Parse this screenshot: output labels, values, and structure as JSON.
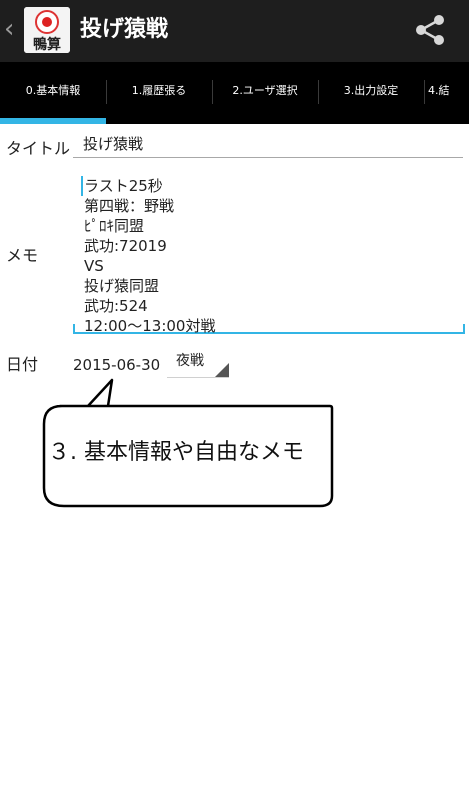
{
  "actionbar": {
    "back_glyph": "‹",
    "app_icon_name": "kamo-calculator-app-icon",
    "app_icon_text": "鴨算",
    "title": "投げ猿戦",
    "share_icon": "share-icon"
  },
  "tabs": [
    {
      "label": "0.基本情報",
      "selected": true
    },
    {
      "label": "1.履歴張る",
      "selected": false
    },
    {
      "label": "2.ユーザ選択",
      "selected": false
    },
    {
      "label": "3.出力設定",
      "selected": false
    },
    {
      "label": "4.結",
      "selected": false
    }
  ],
  "form": {
    "title_label": "タイトル",
    "title_value": "投げ猿戦",
    "memo_label": "メモ",
    "memo_lines": [
      "ラスト25秒",
      "第四戦：野戦",
      "ﾋﾟﾛｷ同盟",
      "武功:72019",
      "VS",
      "投げ猿同盟",
      "武功:524",
      "12:00〜13:00対戦"
    ],
    "date_label": "日付",
    "date_value": "2015-06-30",
    "battle_type_value": "夜戦"
  },
  "callout": {
    "text": "３. 基本情報や自由なメモ"
  },
  "colors": {
    "actionbar_bg": "#1e1e1e",
    "tabbar_bg": "#000000",
    "accent": "#33b5e5"
  }
}
